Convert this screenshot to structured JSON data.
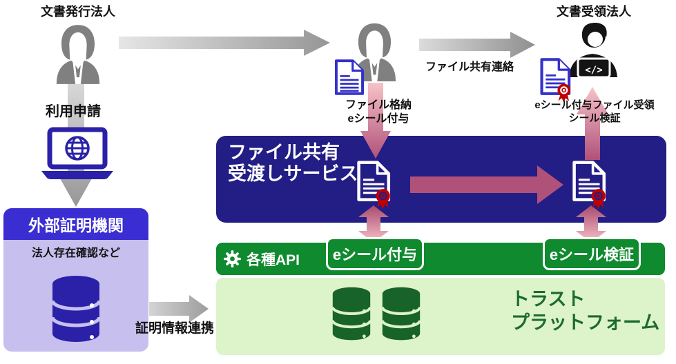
{
  "top": {
    "issuer_label": "文書発行法人",
    "receiver_label": "文書受領法人",
    "file_share_arrow_label": "ファイル共有連絡",
    "file_store_line1": "ファイル格納",
    "file_store_line2": "eシール付与",
    "receive_line1": "eシール付与ファイル受領",
    "receive_line2": "シール検証"
  },
  "left": {
    "apply_label": "利用申請",
    "cert_box_title": "外部証明機関",
    "cert_box_subtitle": "法人存在確認など",
    "cert_link_label": "証明情報連携"
  },
  "service_box": {
    "title_line1": "ファイル共有",
    "title_line2": "受渡しサービス"
  },
  "api_bar": {
    "label": "各種API",
    "buttons": [
      {
        "label": "eシール付与"
      },
      {
        "label": "eシール検証"
      }
    ]
  },
  "platform": {
    "line1": "トラスト",
    "line2": "プラットフォーム"
  },
  "colors": {
    "navy_box": "#231d86",
    "purple_header": "#3a2ed2",
    "purple_light": "#c7bfee",
    "green_bar": "#0f8a2e",
    "green_light": "#ddf3c9",
    "green_dark": "#1c6b2e",
    "rose_dark": "#a94a70",
    "pink_light": "#f7c3c8",
    "doc_outline_blue": "#3330cc",
    "device_blue": "#2a21a8",
    "seal_red": "#c00000",
    "arrow_gray": "#a0a0a0",
    "person_gray": "#808080",
    "person_black": "#141414"
  }
}
